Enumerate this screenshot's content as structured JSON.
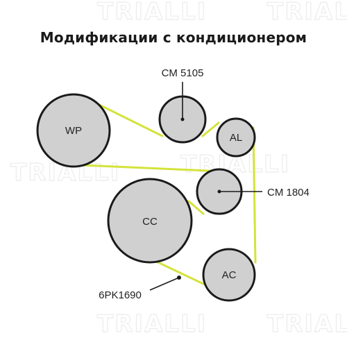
{
  "title": "Модификации с кондиционером",
  "watermark_text": "TRIALLI",
  "colors": {
    "belt": "#d4e33a",
    "pulley_fill": "#d0d0d0",
    "pulley_stroke": "#1a1a1a",
    "text": "#222222",
    "watermark": "#ececec"
  },
  "pulleys": {
    "wp": {
      "label": "WP"
    },
    "cm5105": {
      "label": ""
    },
    "al": {
      "label": "AL"
    },
    "cm1804": {
      "label": ""
    },
    "cc": {
      "label": "CC"
    },
    "ac": {
      "label": "AC"
    }
  },
  "callouts": {
    "cm5105": "CM 5105",
    "cm1804": "CM 1804",
    "belt": "6PK1690"
  }
}
